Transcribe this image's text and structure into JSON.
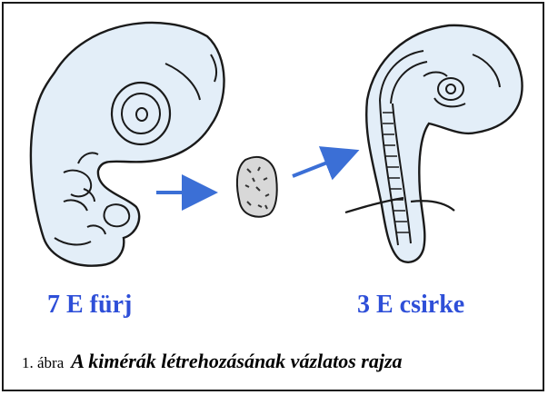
{
  "labels": {
    "left": "7 E fürj",
    "right": "3 E csirke"
  },
  "caption": {
    "prefix": "1. ábra",
    "title": "A kimérák létrehozásának vázlatos rajza"
  },
  "colors": {
    "label": "#2e4fd8",
    "arrow": "#3b6fd6",
    "embryo_fill": "#e3eef8",
    "outline": "#1a1a1a"
  },
  "icons": [
    "quail-embryo-drawing",
    "tissue-graft-drawing",
    "chick-embryo-drawing",
    "arrow-right-icon"
  ]
}
